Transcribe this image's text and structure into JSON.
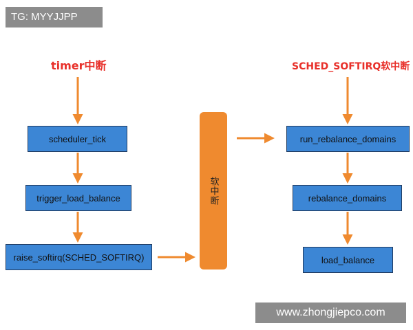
{
  "watermarks": {
    "top": "TG: MYYJJPP",
    "bottom": "www.zhongjiepco.com"
  },
  "left_column": {
    "heading": "timer中断",
    "boxes": [
      "scheduler_tick",
      "trigger_load_balance",
      "raise_softirq(SCHED_SOFTIRQ)"
    ]
  },
  "middle": {
    "label": "软中断"
  },
  "right_column": {
    "heading": "SCHED_SOFTIRQ软中断",
    "boxes": [
      "run_rebalance_domains",
      "rebalance_domains",
      "load_balance"
    ]
  },
  "colors": {
    "heading": "#e8302a",
    "box_fill": "#3c86d5",
    "arrow": "#ef8a2f",
    "bar_fill": "#ef8a2f"
  }
}
